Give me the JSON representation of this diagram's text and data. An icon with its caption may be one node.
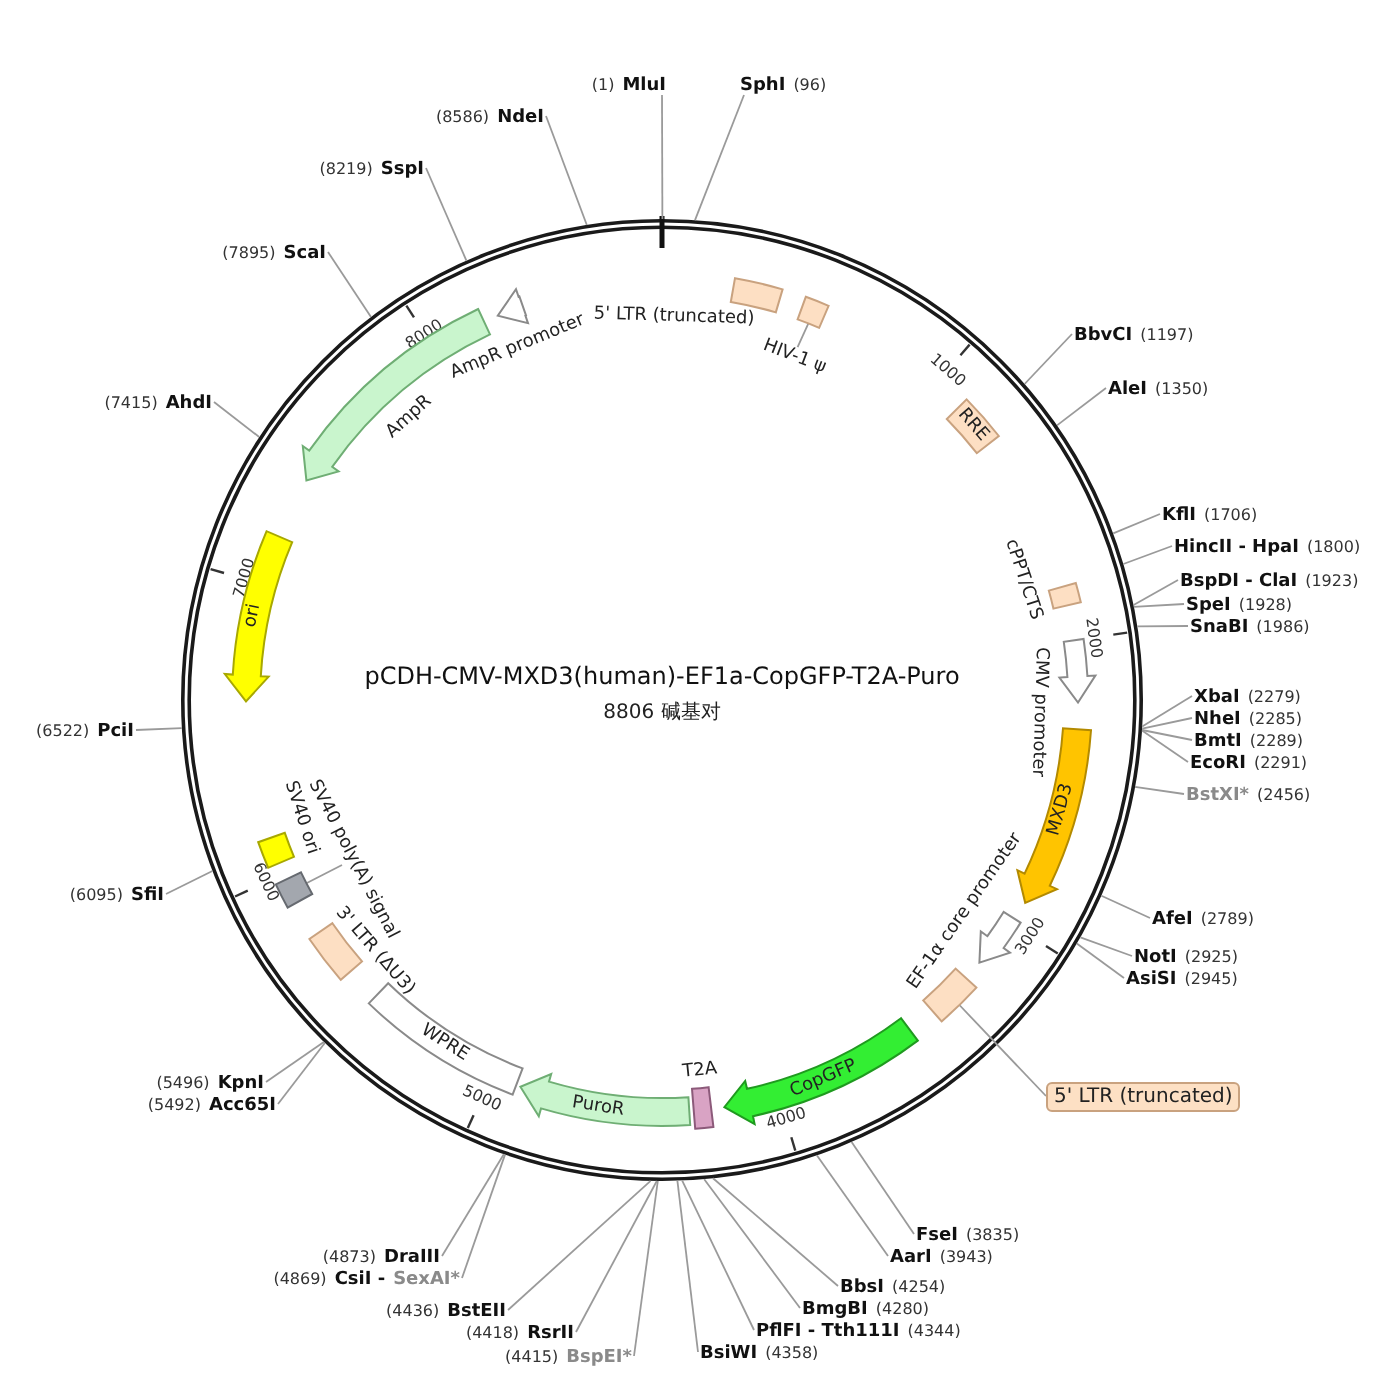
{
  "diagram": {
    "title": "pCDH-CMV-MXD3(human)-EF1a-CopGFP-T2A-Puro",
    "nodes": [
      {
        "text": [
          "(1)",
          "MluI"
        ]
      },
      {
        "text": [
          "SphI",
          "(96)"
        ]
      },
      {
        "text": [
          "BbvCI",
          "(1197)"
        ]
      },
      {
        "text": [
          "AleI",
          "(1350)"
        ]
      },
      {
        "text": [
          "KflI",
          "(1706)"
        ]
      },
      {
        "text": [
          "HincII - HpaI",
          "(1800)"
        ]
      },
      {
        "text": [
          "BspDI - ClaI",
          "(1923)"
        ]
      },
      {
        "text": [
          "SpeI",
          "(1928)"
        ]
      },
      {
        "text": [
          "SnaBI",
          "(1986)"
        ]
      },
      {
        "text": [
          "XbaI",
          "(2279)"
        ]
      },
      {
        "text": [
          "NheI",
          "(2285)"
        ]
      },
      {
        "text": [
          "BmtI",
          "(2289)"
        ]
      },
      {
        "text": [
          "EcoRI",
          "(2291)"
        ]
      },
      {
        "text": [
          "BstXI*",
          "(2456)"
        ]
      },
      {
        "text": [
          "AfeI",
          "(2789)"
        ]
      },
      {
        "text": [
          "NotI",
          "(2925)"
        ]
      },
      {
        "text": [
          "AsiSI",
          "(2945)"
        ]
      },
      {
        "text": [
          "FseI",
          "(3835)"
        ]
      },
      {
        "text": [
          "AarI",
          "(3943)"
        ]
      },
      {
        "text": [
          "BbsI",
          "(4254)"
        ]
      },
      {
        "text": [
          "BmgBI",
          "(4280)"
        ]
      },
      {
        "text": [
          "PflFI - Tth111I",
          "(4344)"
        ]
      },
      {
        "text": [
          "BsiWI",
          "(4358)"
        ]
      },
      {
        "text": [
          "(4415)",
          "BspEI*"
        ]
      },
      {
        "text": [
          "(4418)",
          "RsrII"
        ]
      },
      {
        "text": [
          "(4436)",
          "BstEII"
        ]
      },
      {
        "text": [
          "(4869)",
          "CsiI -",
          "SexAI*"
        ]
      },
      {
        "text": [
          "(4873)",
          "DraIII"
        ]
      },
      {
        "text": [
          "(5492)",
          "Acc65I"
        ]
      },
      {
        "text": [
          "(5496)",
          "KpnI"
        ]
      },
      {
        "text": [
          "(6095)",
          "SfiI"
        ]
      },
      {
        "text": [
          "(6522)",
          "PciI"
        ]
      },
      {
        "text": [
          "(7415)",
          "AhdI"
        ]
      },
      {
        "text": [
          "(7895)",
          "ScaI"
        ]
      },
      {
        "text": [
          "(8219)",
          "SspI"
        ]
      },
      {
        "text": [
          "(8586)",
          "NdeI"
        ]
      },
      {
        "text": [
          "5' LTR (truncated)"
        ]
      },
      {
        "text": [],
        "shape": "box"
      },
      {
        "text": [
          "HIV-1 ψ"
        ]
      },
      {
        "text": [
          "RRE"
        ]
      },
      {
        "text": [
          "cPPT/CTS"
        ]
      },
      {
        "text": [
          "CMV promoter"
        ]
      },
      {
        "text": [
          "MXD3"
        ]
      },
      {
        "text": [
          "EF-1α core promoter"
        ]
      },
      {
        "text": [],
        "shape": "box"
      },
      {
        "text": [
          "5' LTR (truncated)"
        ]
      },
      {
        "text": [
          "CopGFP"
        ]
      },
      {
        "text": [
          "T2A"
        ]
      },
      {
        "text": [
          "PuroR"
        ]
      },
      {
        "text": [
          "WPRE"
        ]
      },
      {
        "text": [
          "3' LTR (ΔU3)"
        ]
      },
      {
        "text": [],
        "shape": "box"
      },
      {
        "text": [
          "SV40 poly(A) signal"
        ]
      },
      {
        "text": [
          "SV40 ori"
        ]
      },
      {
        "text": [
          "ori"
        ]
      },
      {
        "text": [
          "AmpR"
        ]
      },
      {
        "text": [
          "AmpR promoter"
        ]
      }
    ],
    "edges": [
      {
        "from": 0,
        "to": null,
        "arrow": "none"
      },
      {
        "from": 1,
        "to": null,
        "arrow": "none"
      },
      {
        "from": 2,
        "to": null,
        "arrow": "none"
      },
      {
        "from": 3,
        "to": null,
        "arrow": "none"
      },
      {
        "from": 4,
        "to": null,
        "arrow": "none"
      },
      {
        "from": 5,
        "to": null,
        "arrow": "none"
      },
      {
        "from": 6,
        "to": null,
        "arrow": "none"
      },
      {
        "from": 7,
        "to": null,
        "arrow": "none"
      },
      {
        "from": 8,
        "to": null,
        "arrow": "none"
      },
      {
        "from": 9,
        "to": null,
        "arrow": "none"
      },
      {
        "from": 10,
        "to": null,
        "arrow": "none"
      },
      {
        "from": 11,
        "to": null,
        "arrow": "none"
      },
      {
        "from": 12,
        "to": null,
        "arrow": "none"
      },
      {
        "from": 13,
        "to": null,
        "arrow": "none"
      },
      {
        "from": 14,
        "to": null,
        "arrow": "none"
      },
      {
        "from": 15,
        "to": null,
        "arrow": "none"
      },
      {
        "from": 16,
        "to": null,
        "arrow": "none"
      },
      {
        "from": 17,
        "to": null,
        "arrow": "none"
      },
      {
        "from": 18,
        "to": null,
        "arrow": "none"
      },
      {
        "from": 19,
        "to": null,
        "arrow": "none"
      },
      {
        "from": 20,
        "to": null,
        "arrow": "none"
      },
      {
        "from": 21,
        "to": null,
        "arrow": "none"
      },
      {
        "from": 22,
        "to": null,
        "arrow": "none"
      },
      {
        "from": 23,
        "to": null,
        "arrow": "none"
      },
      {
        "from": 24,
        "to": null,
        "arrow": "none"
      },
      {
        "from": 25,
        "to": null,
        "arrow": "none"
      },
      {
        "from": 26,
        "to": null,
        "arrow": "none"
      },
      {
        "from": 27,
        "to": null,
        "arrow": "none"
      },
      {
        "from": 28,
        "to": null,
        "arrow": "none"
      },
      {
        "from": 29,
        "to": null,
        "arrow": "none"
      },
      {
        "from": 30,
        "to": null,
        "arrow": "none"
      },
      {
        "from": 31,
        "to": null,
        "arrow": "none"
      },
      {
        "from": 32,
        "to": null,
        "arrow": "none"
      },
      {
        "from": 33,
        "to": null,
        "arrow": "none"
      },
      {
        "from": 34,
        "to": null,
        "arrow": "none"
      },
      {
        "from": 35,
        "to": null,
        "arrow": "none"
      },
      {
        "from": 38,
        "to": 37,
        "arrow": "none"
      },
      {
        "from": 45,
        "to": 44,
        "arrow": "none"
      },
      {
        "from": 52,
        "to": 51,
        "arrow": "none"
      }
    ],
    "labels": [
      "8806 碱基对",
      "1000",
      "2000",
      "3000",
      "4000",
      "5000",
      "6000",
      "7000",
      "8000"
    ]
  }
}
